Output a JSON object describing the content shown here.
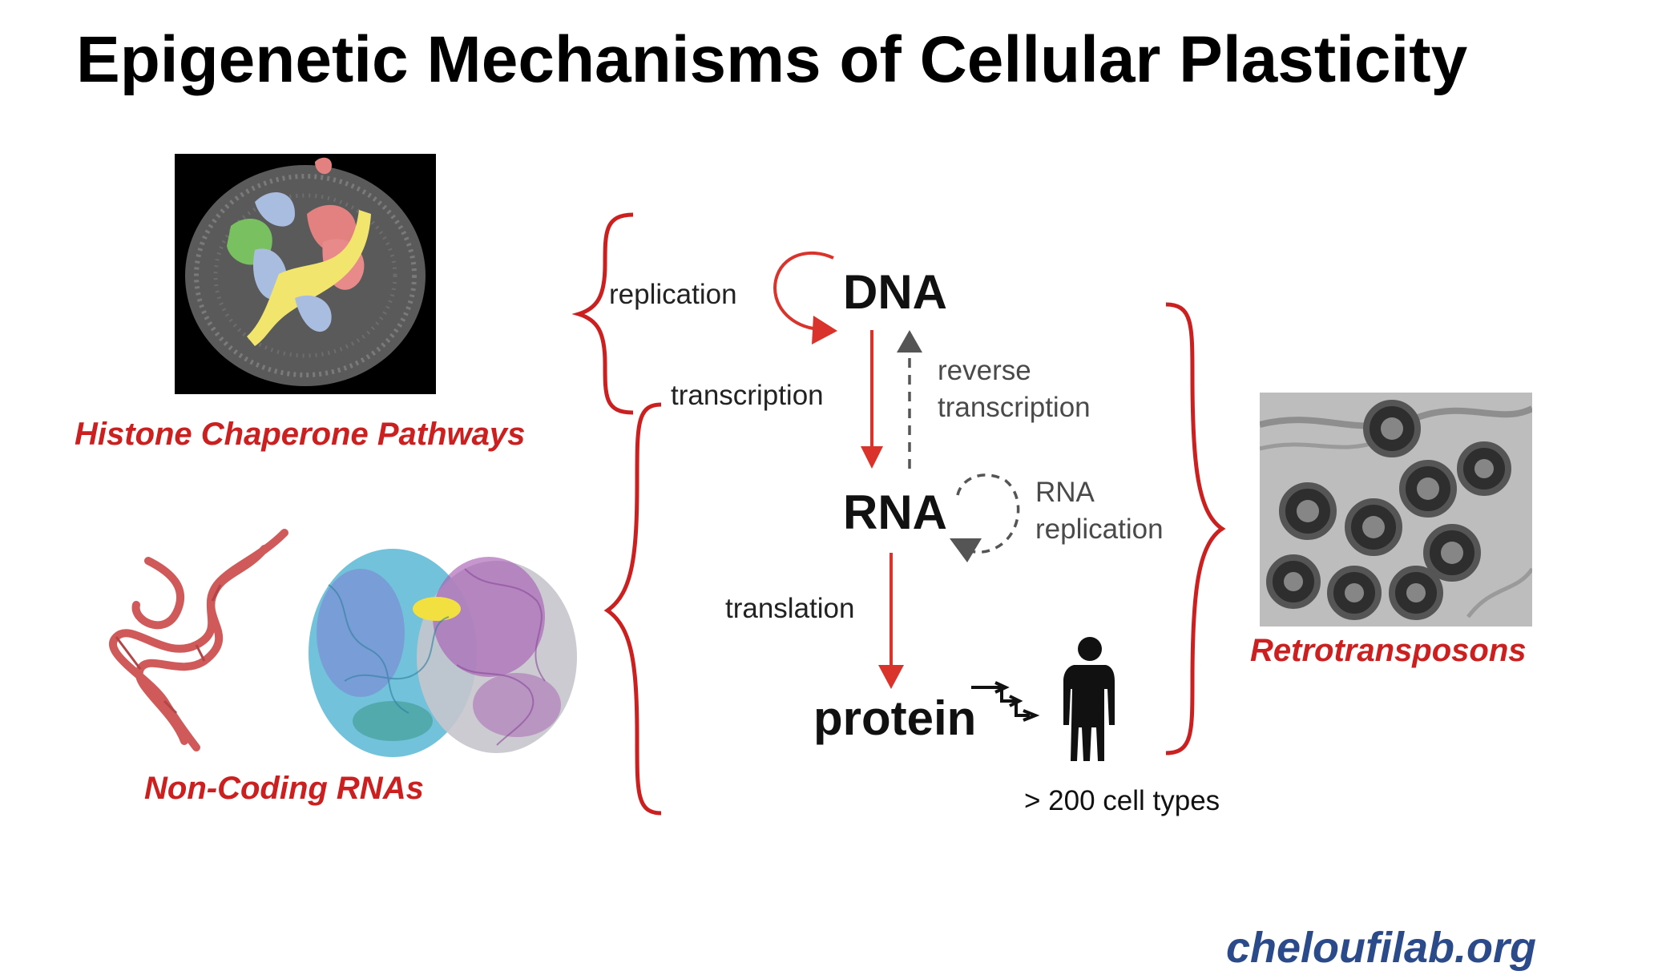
{
  "title": "Epigenetic Mechanisms of Cellular Plasticity",
  "panels": {
    "histone": {
      "caption": "Histone Chaperone Pathways",
      "image": "nucleosome-structure"
    },
    "ncrna": {
      "caption": "Non-Coding RNAs",
      "image": "rna-and-ribosome-structures"
    },
    "retro": {
      "caption": "Retrotransposons",
      "image": "virus-particle-micrograph"
    }
  },
  "dogma": {
    "dna": "DNA",
    "rna": "RNA",
    "protein": "protein",
    "replication": "replication",
    "transcription": "transcription",
    "reverse_transcription_1": "reverse",
    "reverse_transcription_2": "transcription",
    "rna_replication_1": "RNA",
    "rna_replication_2": "replication",
    "translation": "translation",
    "cell_types": "> 200 cell types"
  },
  "colors": {
    "accent_red": "#cc1f1f",
    "arrow_red": "#d9332b",
    "dashed_gray": "#555555",
    "site_blue": "#2b4a8a"
  },
  "footer": {
    "site": "cheloufilab.org"
  }
}
